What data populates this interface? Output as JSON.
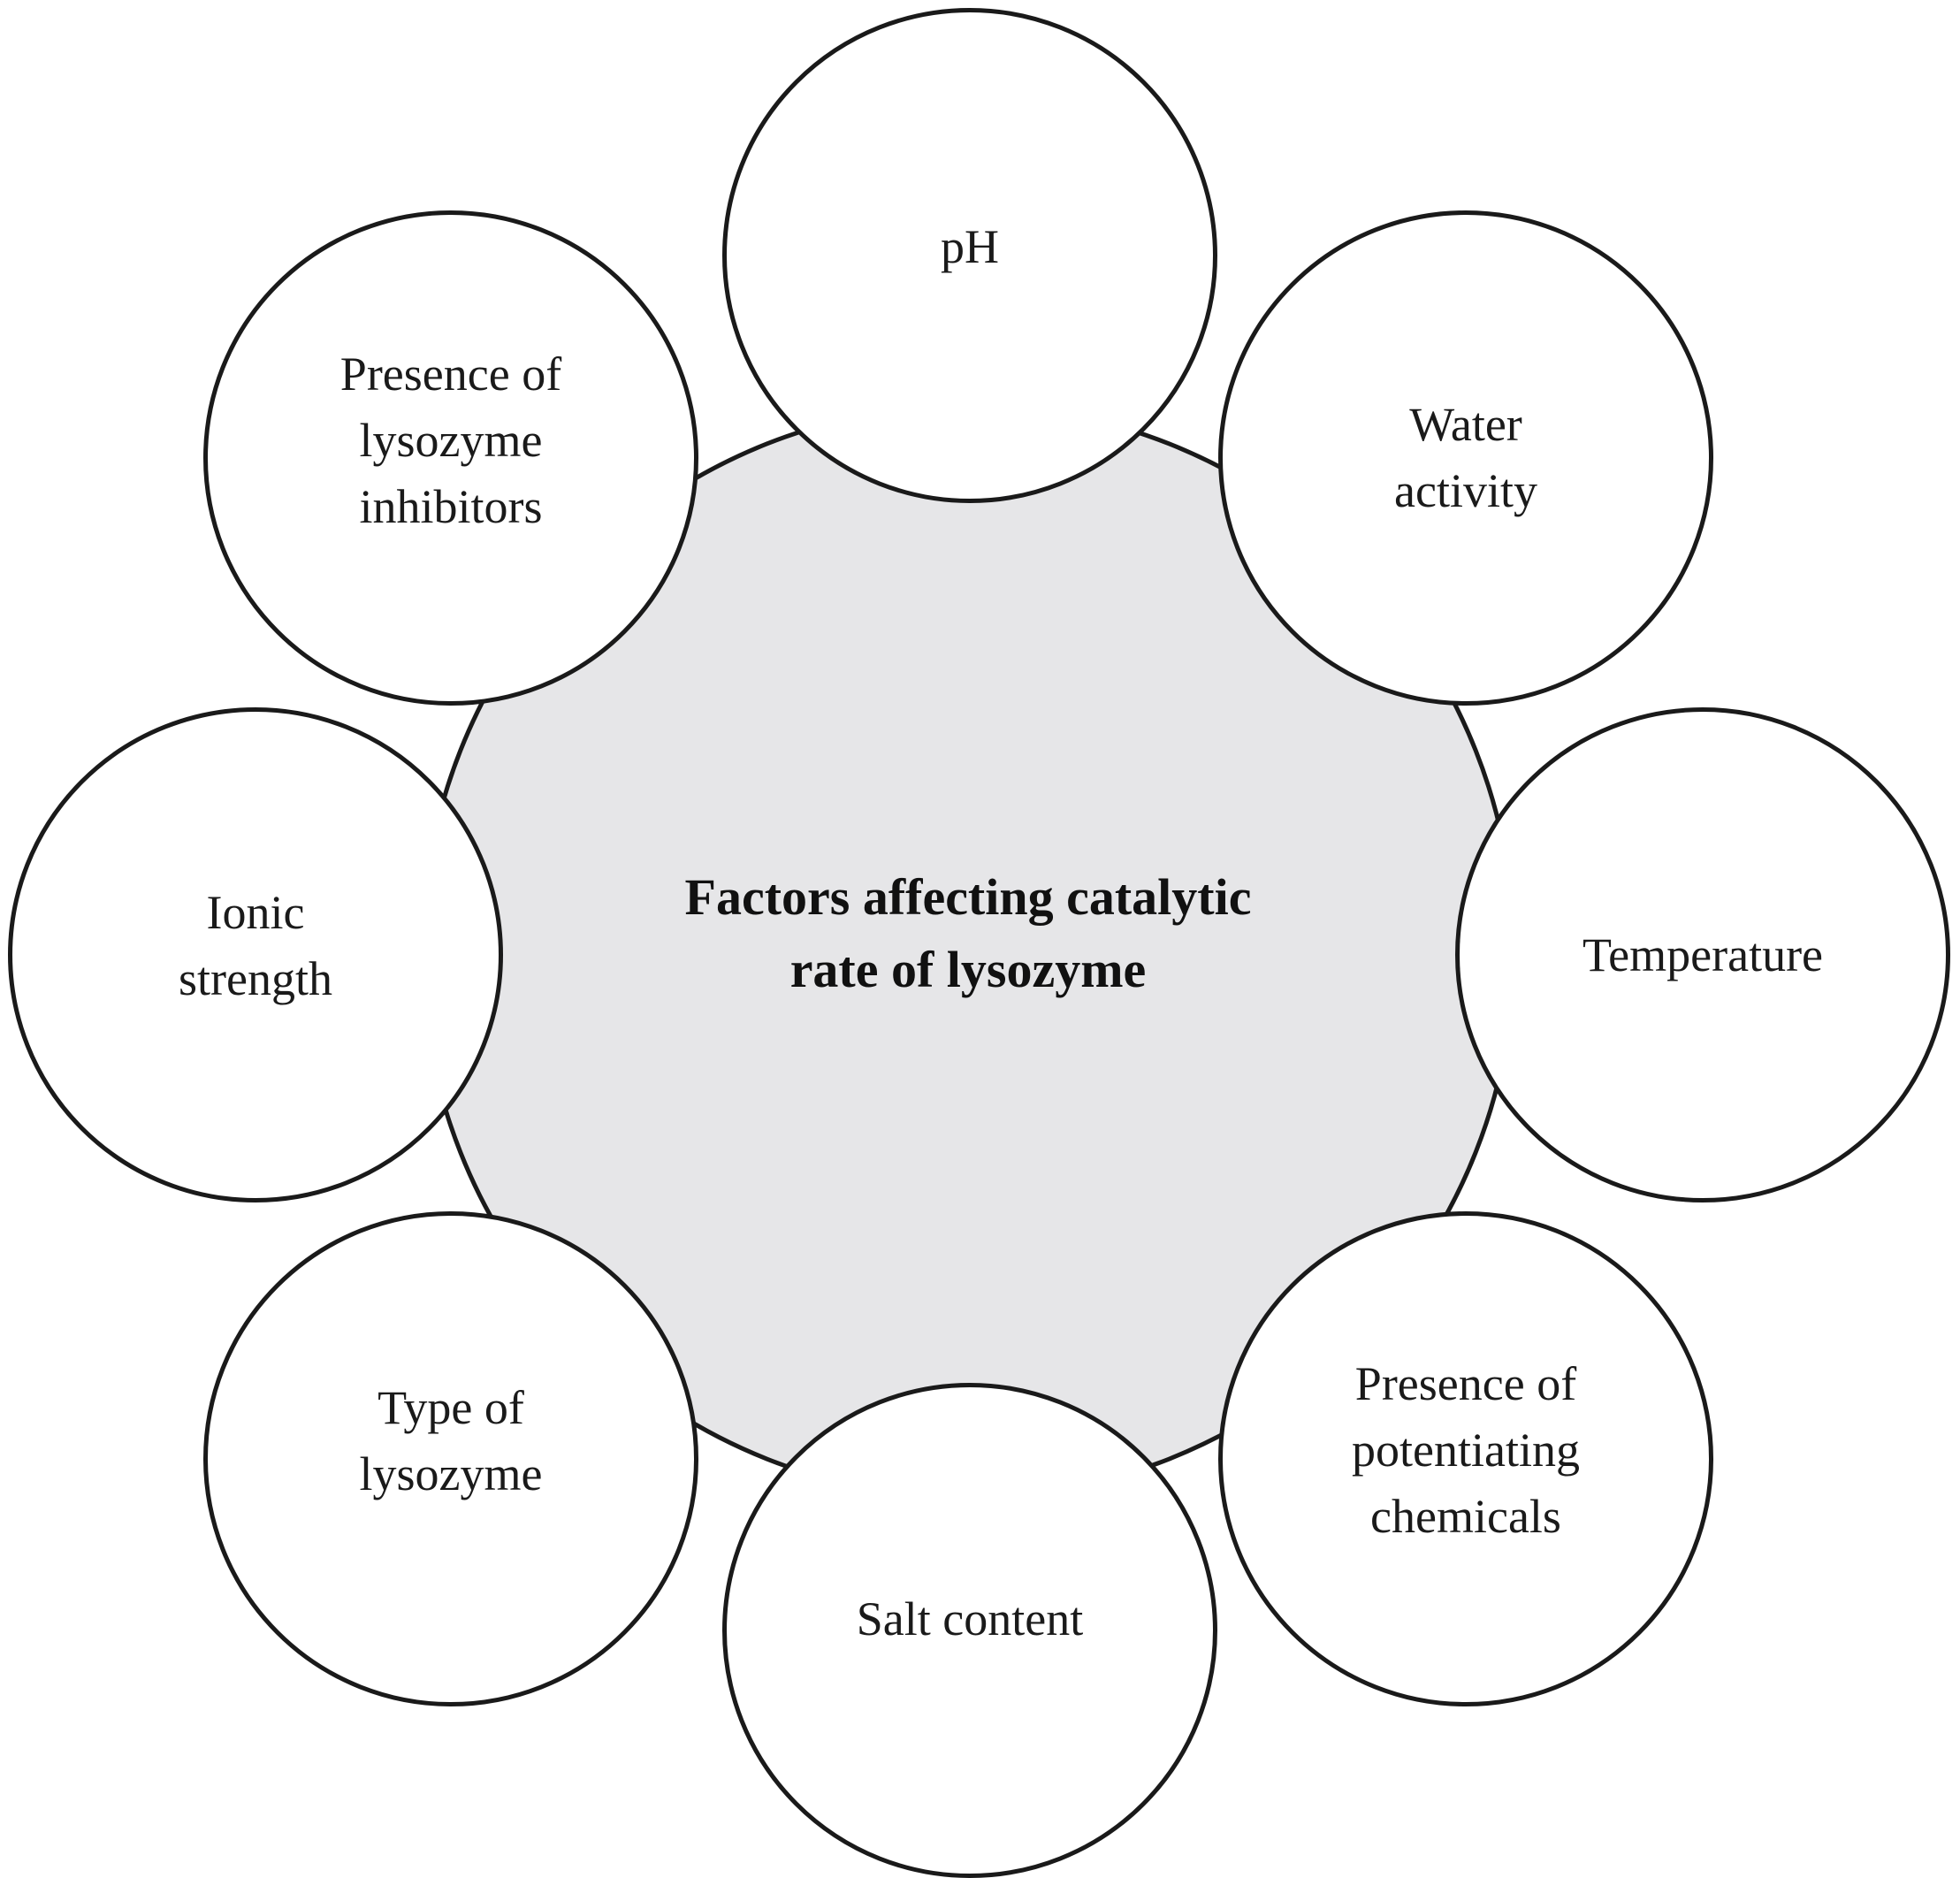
{
  "diagram": {
    "center": {
      "label": "Factors affecting catalytic\nrate of lysozyme",
      "fill_color": "#e6e6e8"
    },
    "factors": [
      {
        "label": "pH"
      },
      {
        "label": "Water\nactivity"
      },
      {
        "label": "Temperature"
      },
      {
        "label": "Presence of\npotentiating\nchemicals"
      },
      {
        "label": "Salt content"
      },
      {
        "label": "Type of\nlysozyme"
      },
      {
        "label": "Ionic\nstrength"
      },
      {
        "label": "Presence of\nlysozyme\ninhibitors"
      }
    ]
  }
}
